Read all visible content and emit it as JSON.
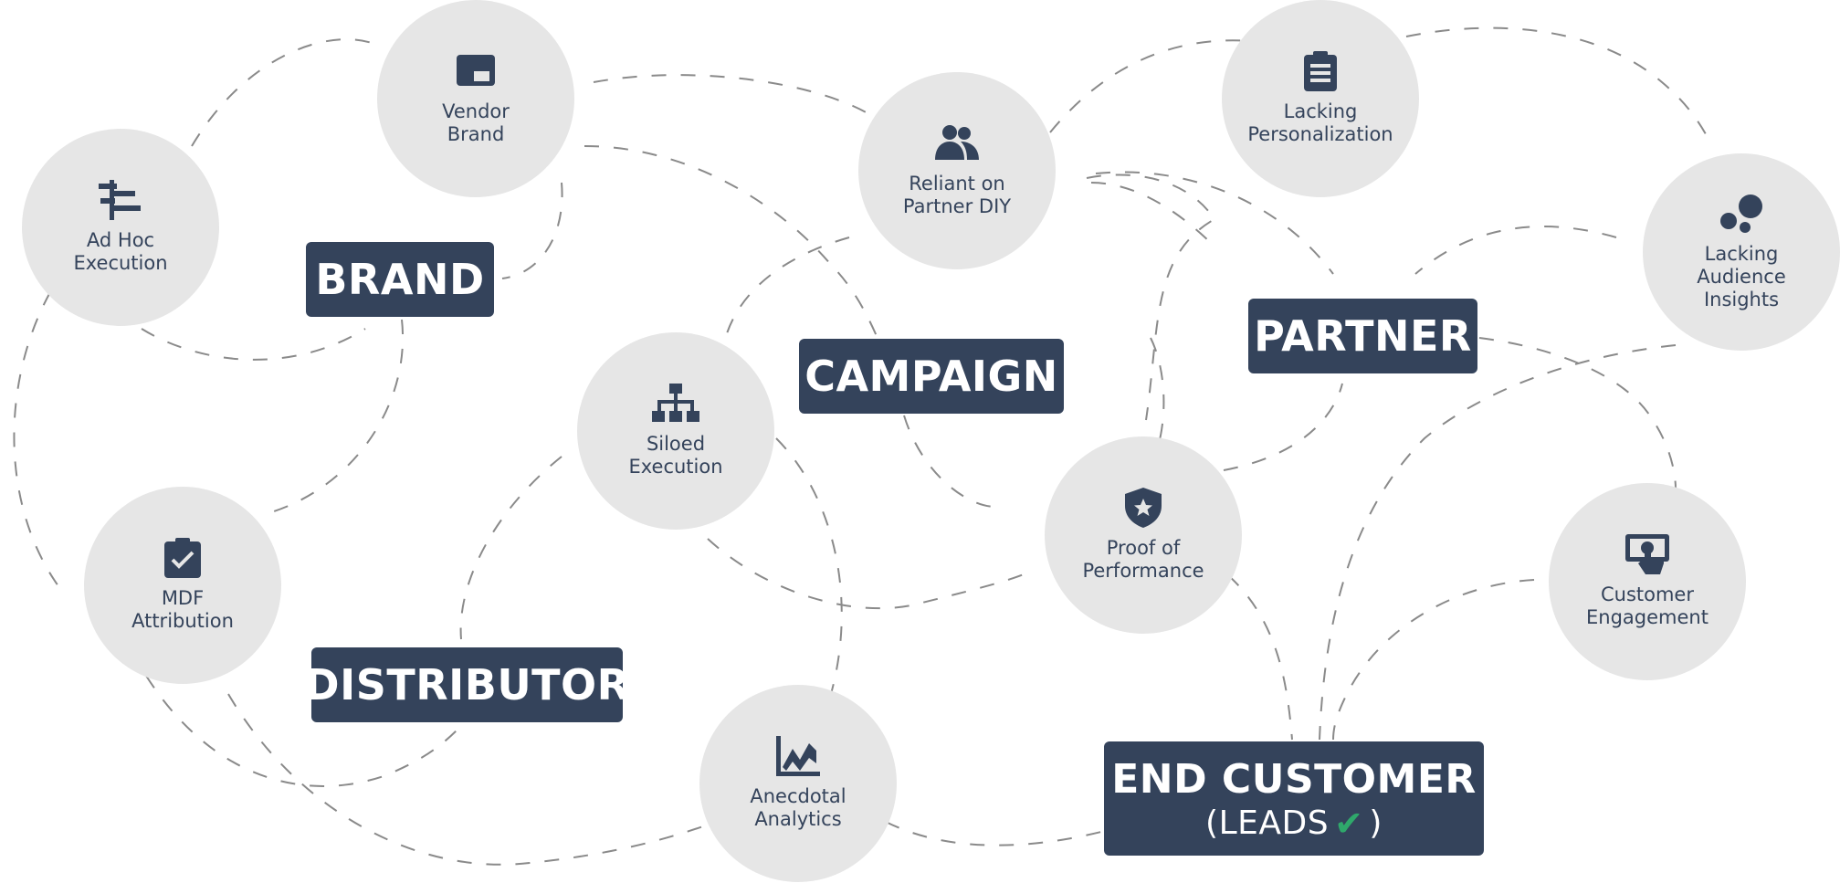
{
  "categories": {
    "brand": "BRAND",
    "campaign": "CAMPAIGN",
    "partner": "PARTNER",
    "distributor": "DISTRIBUTOR",
    "end_customer": {
      "title": "END CUSTOMER",
      "sub_open": "(LEADS",
      "check": "✔",
      "sub_close": ")"
    }
  },
  "nodes": {
    "ad_hoc": {
      "label": "Ad Hoc\nExecution",
      "icon": "signpost-icon"
    },
    "vendor_brand": {
      "label": "Vendor\nBrand",
      "icon": "browser-window-icon"
    },
    "reliant": {
      "label": "Reliant on\nPartner DIY",
      "icon": "user-group-icon"
    },
    "lacking_personalization": {
      "label": "Lacking\nPersonalization",
      "icon": "clipboard-list-icon"
    },
    "lacking_audience": {
      "label": "Lacking\nAudience\nInsights",
      "icon": "bubbles-icon"
    },
    "siloed": {
      "label": "Siloed\nExecution",
      "icon": "org-chart-icon"
    },
    "proof": {
      "label": "Proof of\nPerformance",
      "icon": "shield-star-icon"
    },
    "customer_engagement": {
      "label": "Customer\nEngagement",
      "icon": "touch-screen-icon"
    },
    "mdf": {
      "label": "MDF\nAttribution",
      "icon": "clipboard-check-icon"
    },
    "anecdotal": {
      "label": "Anecdotal\nAnalytics",
      "icon": "line-chart-icon"
    }
  },
  "colors": {
    "navy": "#34435b",
    "circle": "#e6e6e6",
    "dash": "#8a8a8a",
    "check": "#2fa86b"
  }
}
